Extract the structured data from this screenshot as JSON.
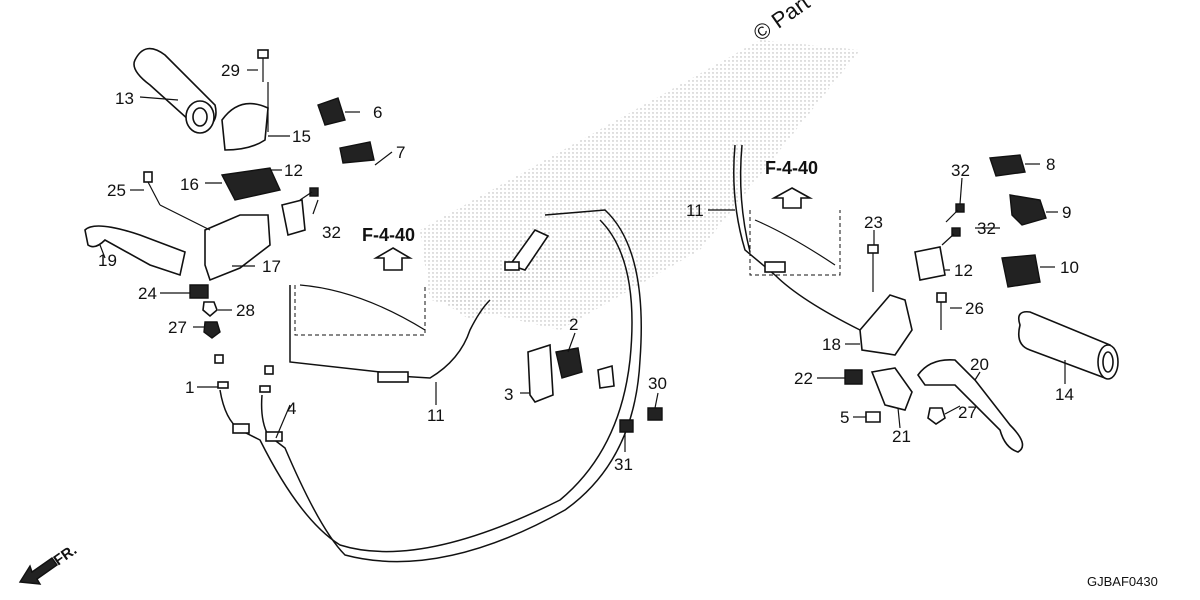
{
  "watermark": "© Part",
  "diagram_code": "GJBAF0430",
  "front_label": "FR.",
  "refs": {
    "left": "F-4-40",
    "right": "F-4-40"
  },
  "callouts": {
    "c1": "1",
    "c2": "2",
    "c3": "3",
    "c4": "4",
    "c5": "5",
    "c6": "6",
    "c7": "7",
    "c8": "8",
    "c9": "9",
    "c10": "10",
    "c11a": "11",
    "c11b": "11",
    "c12a": "12",
    "c12b": "12",
    "c13": "13",
    "c14": "14",
    "c15": "15",
    "c16": "16",
    "c17": "17",
    "c18": "18",
    "c19": "19",
    "c20": "20",
    "c21": "21",
    "c22": "22",
    "c23": "23",
    "c24": "24",
    "c25": "25",
    "c26": "26",
    "c27a": "27",
    "c27b": "27",
    "c28": "28",
    "c29": "29",
    "c30": "30",
    "c31": "31",
    "c32a": "32",
    "c32b": "32",
    "c32c": "32"
  }
}
